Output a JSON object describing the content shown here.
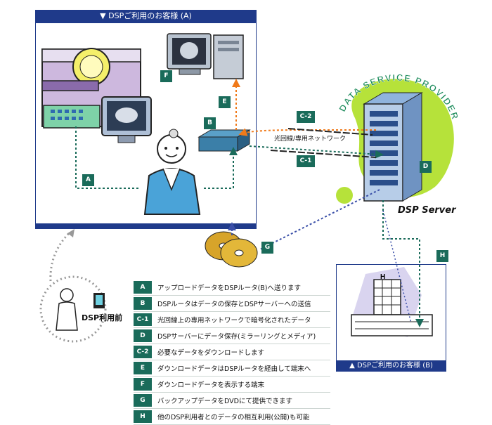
{
  "customer_a": {
    "header": "▼ DSPご利用のお客様 (A)"
  },
  "customer_b": {
    "footer": "▲ DSPご利用のお客様 (B)"
  },
  "tags": {
    "A": "A",
    "B": "B",
    "C1": "C-1",
    "C2": "C-2",
    "D": "D",
    "E": "E",
    "F": "F",
    "G": "G",
    "H": "H"
  },
  "network_label": "光回線/専用ネットワーク",
  "provider_arc_text": "DATA SERVICE PROVIDER",
  "server_label": "DSP Server",
  "before_label": "DSP利用前",
  "legend": [
    {
      "key": "A",
      "text": "アップロードデータをDSPルータ(B)へ送ります"
    },
    {
      "key": "B",
      "text": "DSPルータはデータの保存とDSPサーバーへの送信"
    },
    {
      "key": "C-1",
      "text": "光回線上の専用ネットワークで暗号化されたデータ"
    },
    {
      "key": "D",
      "text": "DSPサーバーにデータ保存(ミラーリングとメディア)"
    },
    {
      "key": "C-2",
      "text": "必要なデータをダウンロードします"
    },
    {
      "key": "E",
      "text": "ダウンロードデータはDSPルータを経由して端末へ"
    },
    {
      "key": "F",
      "text": "ダウンロードデータを表示する端末"
    },
    {
      "key": "G",
      "text": "バックアップデータをDVDにて提供できます"
    },
    {
      "key": "H",
      "text": "他のDSP利用者とのデータの相互利用(公開)も可能"
    }
  ],
  "colors": {
    "navy": "#1f3a8a",
    "tag_green": "#1a6b5a",
    "lime": "#b6e23a",
    "orange": "#f07a1a",
    "arrow_blue": "#3a4fa8"
  }
}
